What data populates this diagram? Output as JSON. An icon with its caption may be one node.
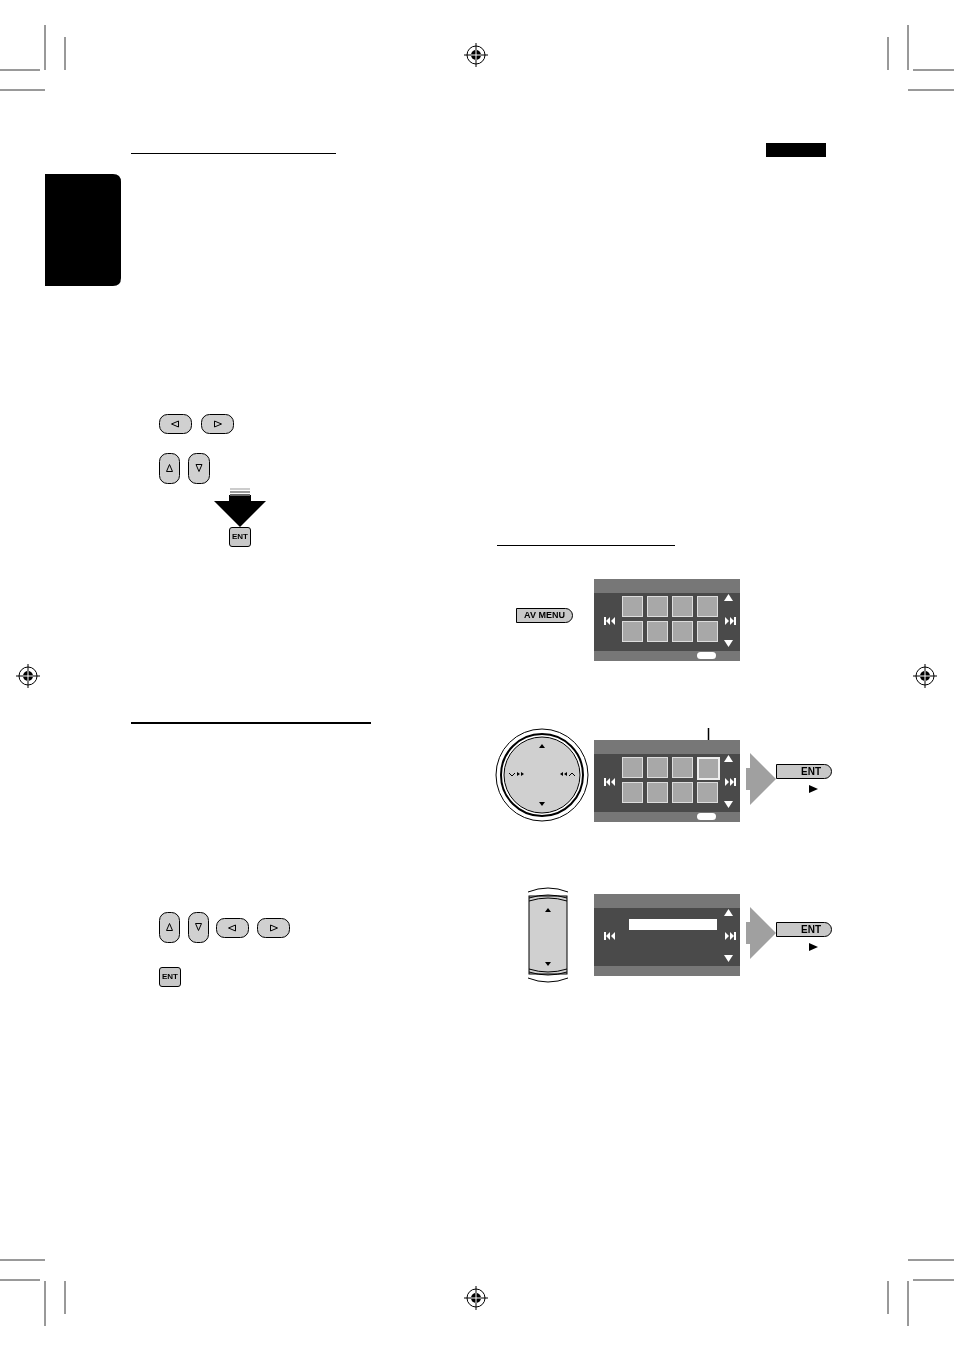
{
  "diagram": {
    "nodes": [
      {
        "text": [
          "ENT"
        ]
      },
      {
        "text": [
          "ENT"
        ]
      },
      {
        "text": [
          "AV MENU"
        ]
      },
      {
        "text": [],
        "shape": "box"
      },
      {
        "text": [],
        "shape": "box"
      },
      {
        "text": [],
        "shape": "box",
        "in": 4
      },
      {
        "text": [
          "ENT"
        ]
      },
      {
        "text": [],
        "shape": "box"
      },
      {
        "text": [
          "ENT"
        ]
      }
    ],
    "edges": [
      {
        "from": null,
        "to": 0,
        "arrow": "to",
        "color": "#000000"
      },
      {
        "from": null,
        "to": 5,
        "arrow": "none"
      },
      {
        "from": 4,
        "to": 6,
        "arrow": "to",
        "color": "#a0a0a0"
      },
      {
        "from": 7,
        "to": 8,
        "arrow": "to",
        "color": "#a0a0a0"
      }
    ]
  }
}
